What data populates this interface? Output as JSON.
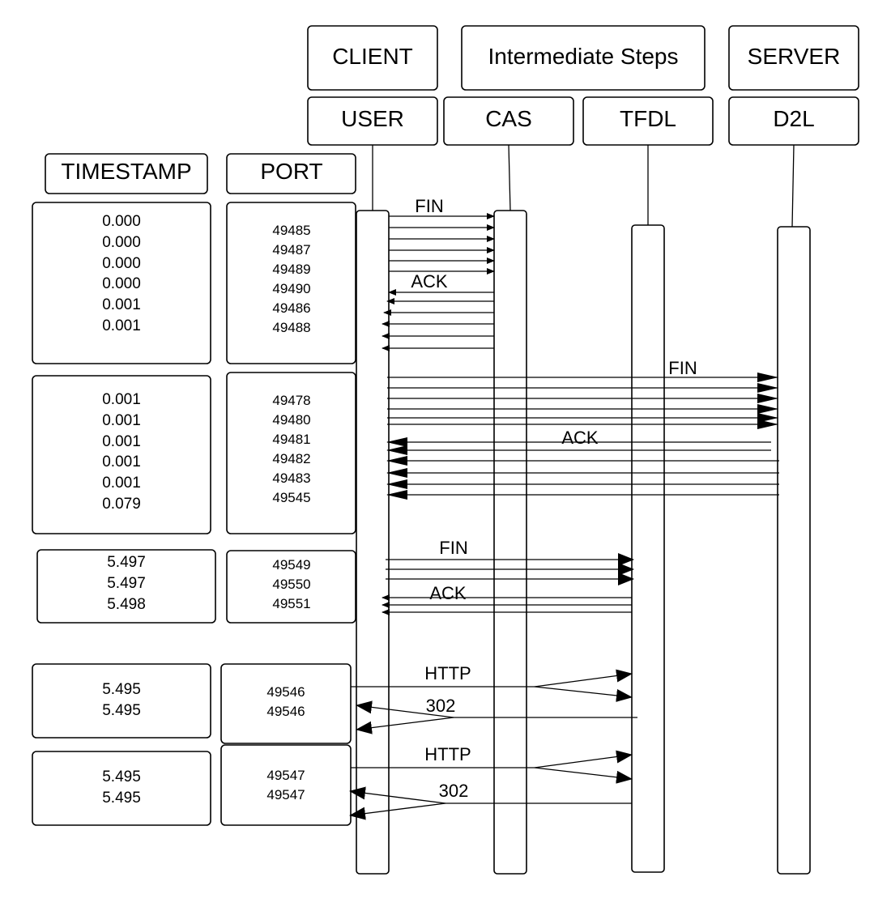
{
  "colors": {
    "stroke": "#000000",
    "background": "#ffffff"
  },
  "groups": {
    "client": "CLIENT",
    "intermediate": "Intermediate Steps",
    "server": "SERVER"
  },
  "entities": {
    "user": "USER",
    "cas": "CAS",
    "tfdl": "TFDL",
    "d2l": "D2L"
  },
  "columns": {
    "timestamp": "TIMESTAMP",
    "port": "PORT"
  },
  "blocks": [
    {
      "timestamps": [
        "0.000",
        "0.000",
        "0.000",
        "0.000",
        "0.001",
        "0.001"
      ],
      "ports": [
        "49485",
        "49487",
        "49489",
        "49490",
        "49486",
        "49488"
      ]
    },
    {
      "timestamps": [
        "0.001",
        "0.001",
        "0.001",
        "0.001",
        "0.001",
        "0.079"
      ],
      "ports": [
        "49478",
        "49480",
        "49481",
        "49482",
        "49483",
        "49545"
      ]
    },
    {
      "timestamps": [
        "5.497",
        "5.497",
        "5.498"
      ],
      "ports": [
        "49549",
        "49550",
        "49551"
      ]
    },
    {
      "timestamps": [
        "5.495",
        "5.495"
      ],
      "ports": [
        "49546",
        "49546"
      ]
    },
    {
      "timestamps": [
        "5.495",
        "5.495"
      ],
      "ports": [
        "49547",
        "49547"
      ]
    }
  ],
  "messages": {
    "cas_fin": "FIN",
    "cas_ack": "ACK",
    "d2l_fin": "FIN",
    "d2l_ack": "ACK",
    "tfdl_fin": "FIN",
    "tfdl_ack": "ACK",
    "http_1": "HTTP",
    "redirect_1": "302",
    "http_2": "HTTP",
    "redirect_2": "302"
  }
}
